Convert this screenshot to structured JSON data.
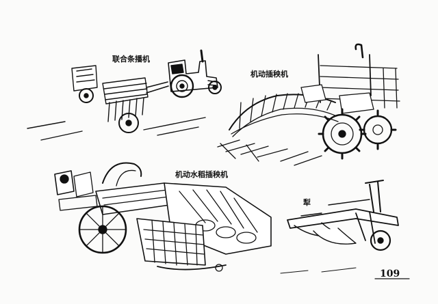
{
  "labels": {
    "seeder": "联合条播机",
    "transplanter_top": "机动插秧机",
    "transplanter_bottom": "机动水稻插秧机",
    "plough": "犁"
  },
  "page_number": "109",
  "colors": {
    "ink": "#111111",
    "paper": "#fbfbfa"
  }
}
